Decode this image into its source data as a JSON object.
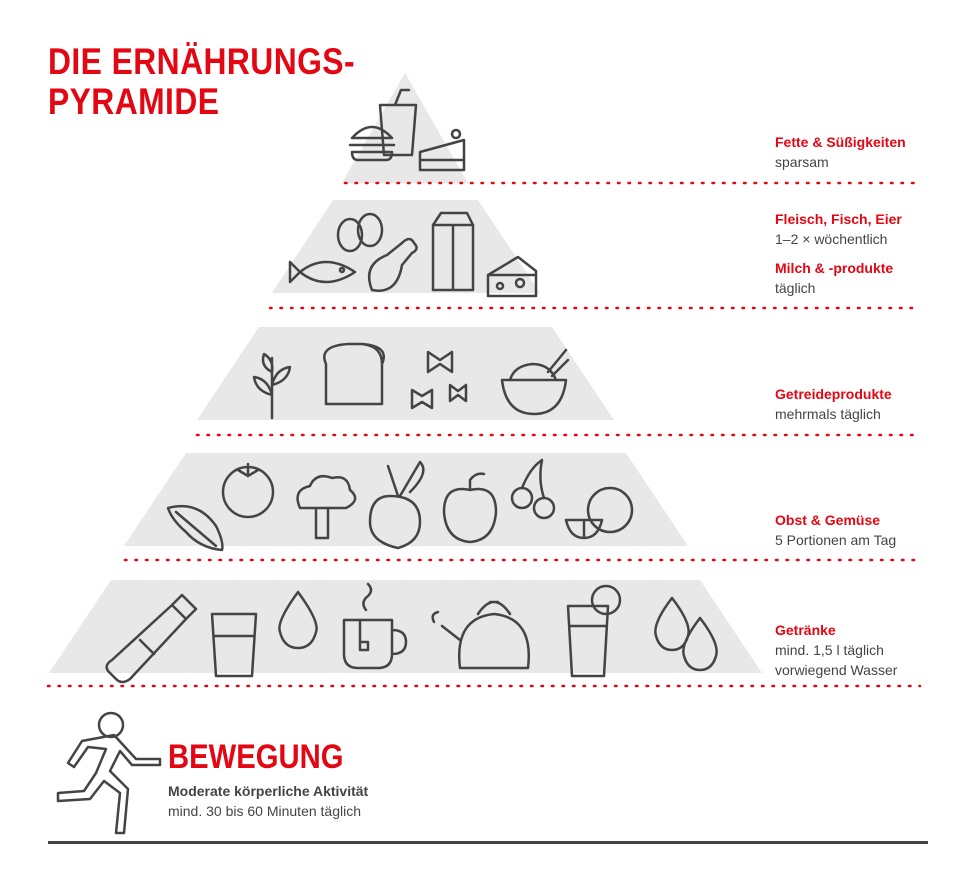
{
  "title": {
    "line1": "DIE ERNÄHRUNGS-",
    "line2": "PYRAMIDE"
  },
  "tiers": [
    {
      "heading": "Fette & Süßigkeiten",
      "sub": "sparsam",
      "icons": [
        "burger-icon",
        "drink-cup-icon",
        "cake-icon"
      ]
    },
    {
      "heading": "Fleisch, Fisch, Eier",
      "sub": "1–2 × wöchentlich",
      "heading2": "Milch & -produkte",
      "sub2": "täglich",
      "icons": [
        "eggs-icon",
        "fish-icon",
        "chicken-leg-icon",
        "milk-carton-icon",
        "cheese-icon"
      ]
    },
    {
      "heading": "Getreideprodukte",
      "sub": "mehrmals täglich",
      "icons": [
        "wheat-icon",
        "bread-icon",
        "pasta-icon",
        "rice-bowl-icon"
      ]
    },
    {
      "heading": "Obst & Gemüse",
      "sub": "5 Portionen am Tag",
      "icons": [
        "lettuce-icon",
        "tomato-icon",
        "broccoli-icon",
        "beet-icon",
        "apple-icon",
        "cherries-icon",
        "lemon-icon"
      ]
    },
    {
      "heading": "Getränke",
      "sub": "mind. 1,5 l täglich",
      "sub2": "vorwiegend Wasser",
      "icons": [
        "bottle-icon",
        "glass-icon",
        "drop-icon",
        "tea-cup-icon",
        "kettle-icon",
        "juice-glass-icon",
        "drops-icon"
      ]
    }
  ],
  "movement": {
    "title": "BEWEGUNG",
    "line1": "Moderate körperliche Aktivität",
    "line2": "mind. 30 bis 60 Minuten täglich",
    "icon": "runner-icon"
  },
  "colors": {
    "accent": "#e30613",
    "text": "#444444",
    "tier_fill": "#e8e8e8"
  }
}
